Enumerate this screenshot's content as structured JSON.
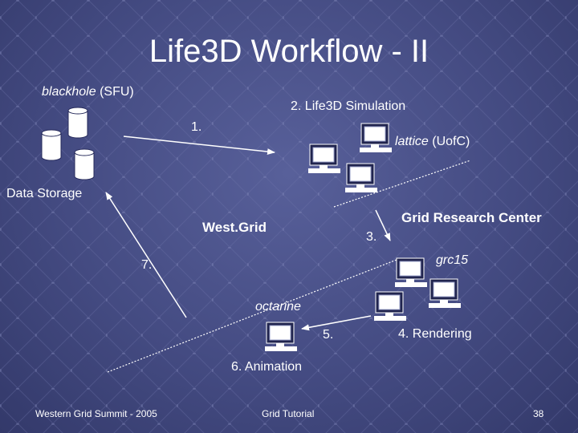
{
  "title": "Life3D Workflow - II",
  "labels": {
    "blackhole_name": "blackhole",
    "blackhole_loc": "(SFU)",
    "data_storage": "Data Storage",
    "step1": "1.",
    "step2": "2. Life3D Simulation",
    "lattice_name": "lattice",
    "lattice_loc": "(UofC)",
    "westgrid": "West.Grid",
    "grid_research_center": "Grid Research Center",
    "step3": "3.",
    "grc15": "grc15",
    "step7": "7.",
    "octarine": "octarine",
    "step5": "5.",
    "step4": "4. Rendering",
    "step6": "6. Animation"
  },
  "footer": {
    "left": "Western Grid Summit - 2005",
    "center": "Grid Tutorial",
    "page": "38"
  },
  "colors": {
    "background": "#444b82",
    "text": "#ffffff",
    "line": "#ffffff",
    "computer_screen": "#ffffff",
    "database": "#ffffff"
  },
  "icons": [
    "database-icon",
    "computer-icon"
  ]
}
